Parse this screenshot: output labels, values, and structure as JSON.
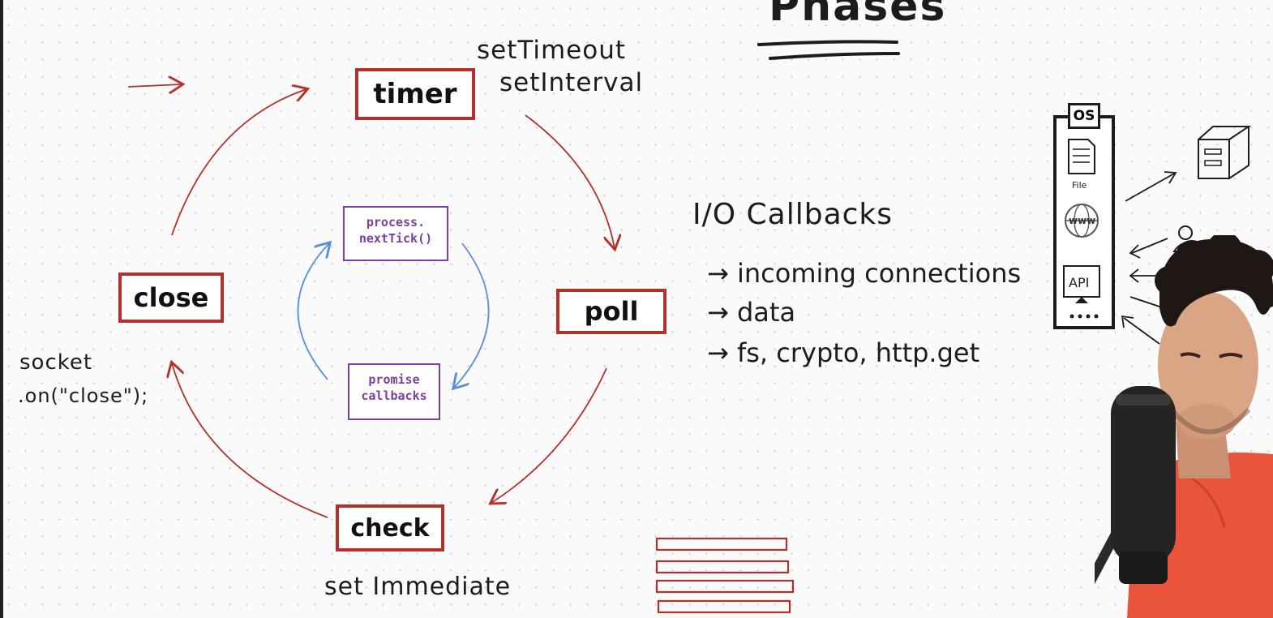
{
  "title": "Phases",
  "phases": {
    "timer": "timer",
    "poll": "poll",
    "check": "check",
    "close": "close"
  },
  "microtasks": {
    "next_tick": [
      "process.",
      "nextTick()"
    ],
    "promise": [
      "promise",
      "callbacks"
    ]
  },
  "annotations": {
    "timer_apis": [
      "setTimeout",
      "setInterval"
    ],
    "check_api": "set Immediate",
    "close_api": [
      "socket",
      ".on(\"close\");"
    ]
  },
  "io": {
    "heading": "I/O Callbacks",
    "items": [
      "incoming connections",
      "data",
      "fs, crypto, http.get"
    ]
  },
  "os": {
    "label": "OS",
    "file_label": "File",
    "www_label": "www",
    "api_label": "API"
  },
  "colors": {
    "phase_red": "#b3312a",
    "micro_purple": "#7b3fa0",
    "micro_arrow_blue": "#5a8fd8",
    "ink": "#1c1c1c",
    "shirt": "#e8553a"
  }
}
